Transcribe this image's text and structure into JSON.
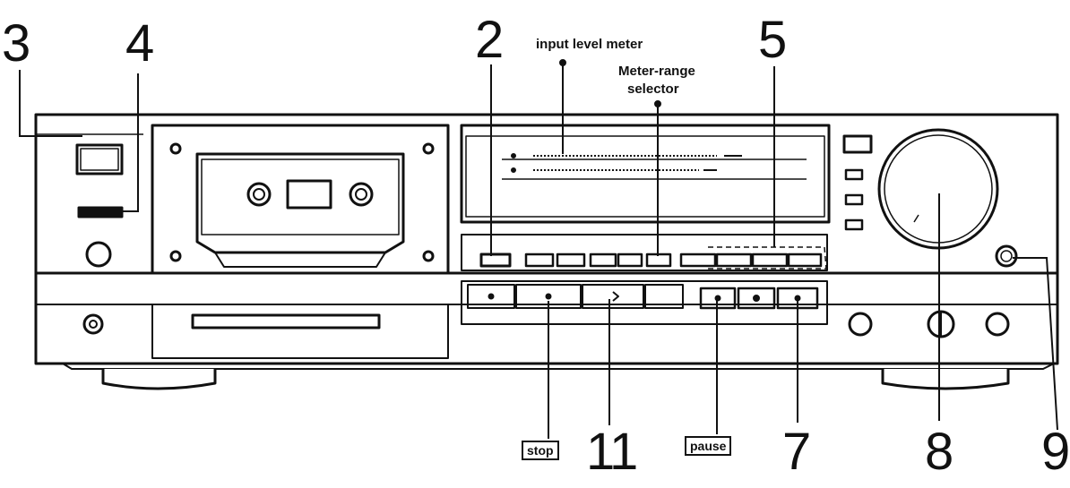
{
  "callouts": {
    "n3": "3",
    "n4": "4",
    "n2": "2",
    "n5": "5",
    "n11": "11",
    "n7": "7",
    "n8": "8",
    "n9": "9"
  },
  "labels": {
    "input_level_meter": "input level meter",
    "meter_range_line1": "Meter-range",
    "meter_range_line2": "selector",
    "stop": "stop",
    "pause": "pause"
  }
}
